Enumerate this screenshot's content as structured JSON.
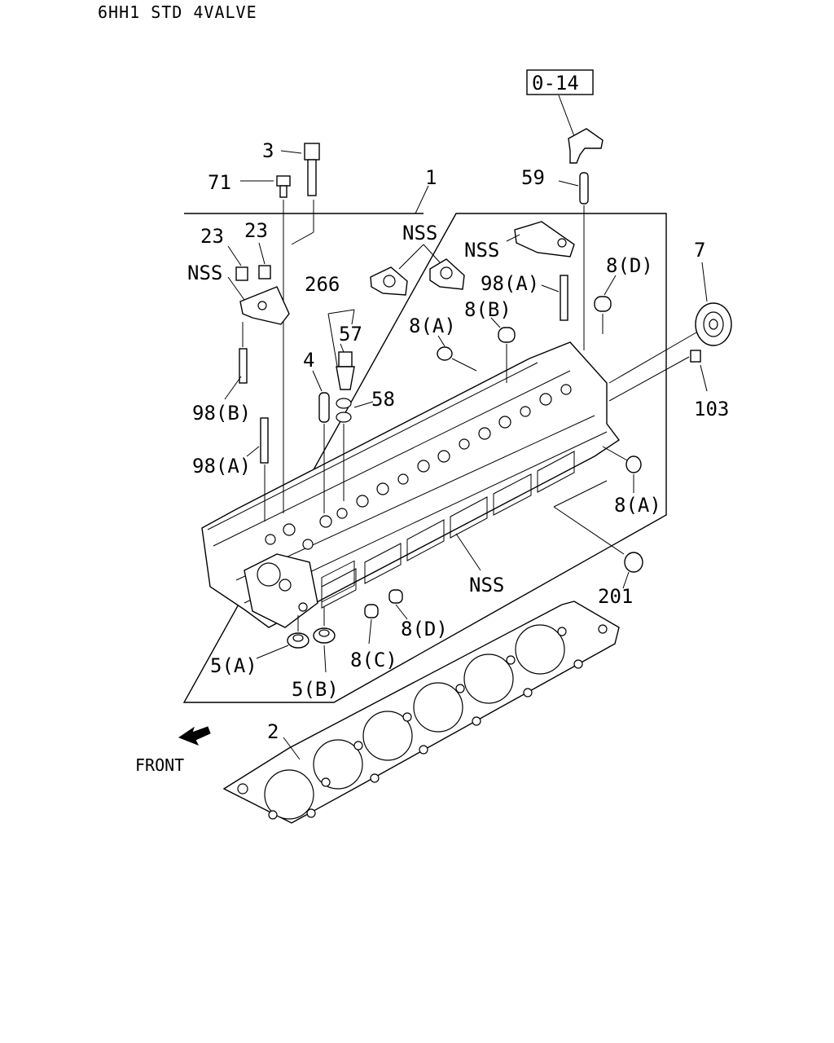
{
  "header": {
    "title": "6HH1 STD 4VALVE"
  },
  "ref_box": {
    "label": "0-14"
  },
  "front": {
    "label": "FRONT"
  },
  "callouts": {
    "c1": "1",
    "c2": "2",
    "c3": "3",
    "c4": "4",
    "c5a": "5(A)",
    "c5b": "5(B)",
    "c7": "7",
    "c8a_top": "8(A)",
    "c8b": "8(B)",
    "c8d_top": "8(D)",
    "c8a_right": "8(A)",
    "c8c": "8(C)",
    "c8d_bottom": "8(D)",
    "c23_left": "23",
    "c23_right": "23",
    "c57": "57",
    "c58": "58",
    "c59": "59",
    "c71": "71",
    "c98a_left": "98(A)",
    "c98b_left": "98(B)",
    "c98a_right": "98(A)",
    "c103": "103",
    "c201": "201",
    "c266": "266",
    "nss_left": "NSS",
    "nss_top": "NSS",
    "nss_top_right": "NSS",
    "nss_bottom": "NSS"
  }
}
